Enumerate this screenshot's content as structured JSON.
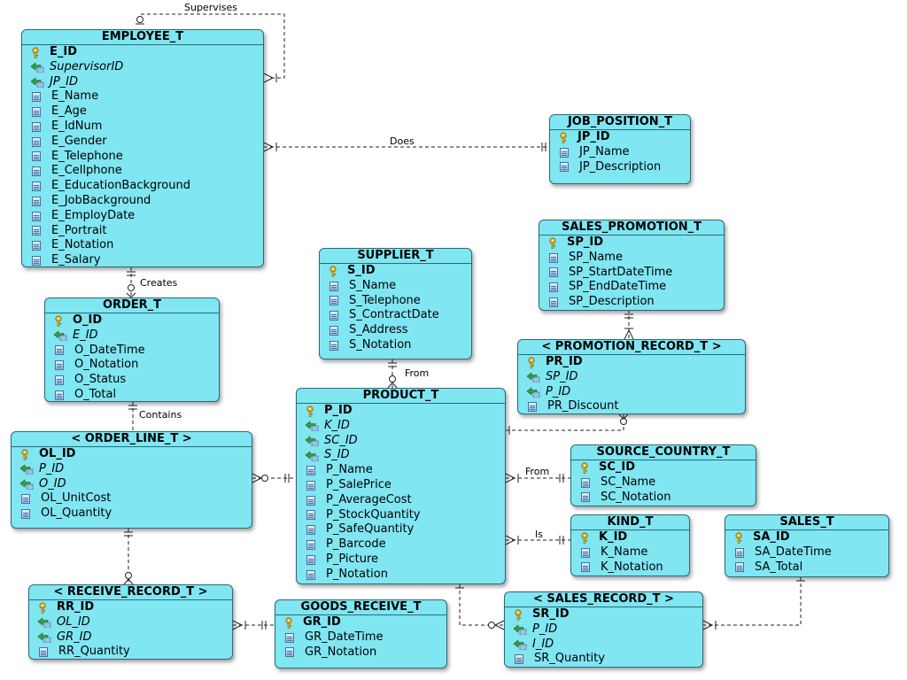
{
  "entities": {
    "employee": {
      "title": "EMPLOYEE_T",
      "rows": [
        {
          "name": "E_ID",
          "type": "pk"
        },
        {
          "name": "SupervisorID",
          "type": "fk"
        },
        {
          "name": "JP_ID",
          "type": "fk"
        },
        {
          "name": "E_Name",
          "type": "attr"
        },
        {
          "name": "E_Age",
          "type": "attr"
        },
        {
          "name": "E_IdNum",
          "type": "attr"
        },
        {
          "name": "E_Gender",
          "type": "attr"
        },
        {
          "name": "E_Telephone",
          "type": "attr"
        },
        {
          "name": "E_Cellphone",
          "type": "attr"
        },
        {
          "name": "E_EducationBackground",
          "type": "attr"
        },
        {
          "name": "E_JobBackground",
          "type": "attr"
        },
        {
          "name": "E_EmployDate",
          "type": "attr"
        },
        {
          "name": "E_Portrait",
          "type": "attr"
        },
        {
          "name": "E_Notation",
          "type": "attr"
        },
        {
          "name": "E_Salary",
          "type": "attr"
        }
      ]
    },
    "job_position": {
      "title": "JOB_POSITION_T",
      "rows": [
        {
          "name": "JP_ID",
          "type": "pk"
        },
        {
          "name": "JP_Name",
          "type": "attr"
        },
        {
          "name": "JP_Description",
          "type": "attr"
        }
      ]
    },
    "sales_promotion": {
      "title": "SALES_PROMOTION_T",
      "rows": [
        {
          "name": "SP_ID",
          "type": "pk"
        },
        {
          "name": "SP_Name",
          "type": "attr"
        },
        {
          "name": "SP_StartDateTime",
          "type": "attr"
        },
        {
          "name": "SP_EndDateTime",
          "type": "attr"
        },
        {
          "name": "SP_Description",
          "type": "attr"
        }
      ]
    },
    "supplier": {
      "title": "SUPPLIER_T",
      "rows": [
        {
          "name": "S_ID",
          "type": "pk"
        },
        {
          "name": "S_Name",
          "type": "attr"
        },
        {
          "name": "S_Telephone",
          "type": "attr"
        },
        {
          "name": "S_ContractDate",
          "type": "attr"
        },
        {
          "name": "S_Address",
          "type": "attr"
        },
        {
          "name": "S_Notation",
          "type": "attr"
        }
      ]
    },
    "order": {
      "title": "ORDER_T",
      "rows": [
        {
          "name": "O_ID",
          "type": "pk"
        },
        {
          "name": "E_ID",
          "type": "fk"
        },
        {
          "name": "O_DateTime",
          "type": "attr"
        },
        {
          "name": "O_Notation",
          "type": "attr"
        },
        {
          "name": "O_Status",
          "type": "attr"
        },
        {
          "name": "O_Total",
          "type": "attr"
        }
      ]
    },
    "promotion_record": {
      "title": "< PROMOTION_RECORD_T >",
      "rows": [
        {
          "name": "PR_ID",
          "type": "pk"
        },
        {
          "name": "SP_ID",
          "type": "fk"
        },
        {
          "name": "P_ID",
          "type": "fk"
        },
        {
          "name": "PR_Discount",
          "type": "attr"
        }
      ]
    },
    "product": {
      "title": "PRODUCT_T",
      "rows": [
        {
          "name": "P_ID",
          "type": "pk"
        },
        {
          "name": "K_ID",
          "type": "fk"
        },
        {
          "name": "SC_ID",
          "type": "fk"
        },
        {
          "name": "S_ID",
          "type": "fk"
        },
        {
          "name": "P_Name",
          "type": "attr"
        },
        {
          "name": "P_SalePrice",
          "type": "attr"
        },
        {
          "name": "P_AverageCost",
          "type": "attr"
        },
        {
          "name": "P_StockQuantity",
          "type": "attr"
        },
        {
          "name": "P_SafeQuantity",
          "type": "attr"
        },
        {
          "name": "P_Barcode",
          "type": "attr"
        },
        {
          "name": "P_Picture",
          "type": "attr"
        },
        {
          "name": "P_Notation",
          "type": "attr"
        }
      ]
    },
    "order_line": {
      "title": "< ORDER_LINE_T >",
      "rows": [
        {
          "name": "OL_ID",
          "type": "pk"
        },
        {
          "name": "P_ID",
          "type": "fk"
        },
        {
          "name": "O_ID",
          "type": "fk"
        },
        {
          "name": "OL_UnitCost",
          "type": "attr"
        },
        {
          "name": "OL_Quantity",
          "type": "attr"
        }
      ]
    },
    "source_country": {
      "title": "SOURCE_COUNTRY_T",
      "rows": [
        {
          "name": "SC_ID",
          "type": "pk"
        },
        {
          "name": "SC_Name",
          "type": "attr"
        },
        {
          "name": "SC_Notation",
          "type": "attr"
        }
      ]
    },
    "kind": {
      "title": "KIND_T",
      "rows": [
        {
          "name": "K_ID",
          "type": "pk"
        },
        {
          "name": "K_Name",
          "type": "attr"
        },
        {
          "name": "K_Notation",
          "type": "attr"
        }
      ]
    },
    "sales": {
      "title": "SALES_T",
      "rows": [
        {
          "name": "SA_ID",
          "type": "pk"
        },
        {
          "name": "SA_DateTime",
          "type": "attr"
        },
        {
          "name": "SA_Total",
          "type": "attr"
        }
      ]
    },
    "receive_record": {
      "title": "< RECEIVE_RECORD_T >",
      "rows": [
        {
          "name": "RR_ID",
          "type": "pk"
        },
        {
          "name": "OL_ID",
          "type": "fk"
        },
        {
          "name": "GR_ID",
          "type": "fk"
        },
        {
          "name": "RR_Quantity",
          "type": "attr"
        }
      ]
    },
    "goods_receive": {
      "title": "GOODS_RECEIVE_T",
      "rows": [
        {
          "name": "GR_ID",
          "type": "pk"
        },
        {
          "name": "GR_DateTime",
          "type": "attr"
        },
        {
          "name": "GR_Notation",
          "type": "attr"
        }
      ]
    },
    "sales_record": {
      "title": "< SALES_RECORD_T >",
      "rows": [
        {
          "name": "SR_ID",
          "type": "pk"
        },
        {
          "name": "P_ID",
          "type": "fk"
        },
        {
          "name": "I_ID",
          "type": "fk"
        },
        {
          "name": "SR_Quantity",
          "type": "attr"
        }
      ]
    }
  },
  "relationships": {
    "supervises": "Supervises",
    "does": "Does",
    "creates": "Creates",
    "from_supplier": "From",
    "contains": "Contains",
    "from_country": "From",
    "is": "Is"
  },
  "colors": {
    "entity_fill": "#7fe6f2",
    "entity_border": "#2c6a76",
    "key_icon": "#e2b324",
    "fk_icon": "#3d9a3d"
  },
  "icons": {
    "pk": "key-icon",
    "fk": "foreign-key-icon",
    "attr": "attribute-icon"
  }
}
